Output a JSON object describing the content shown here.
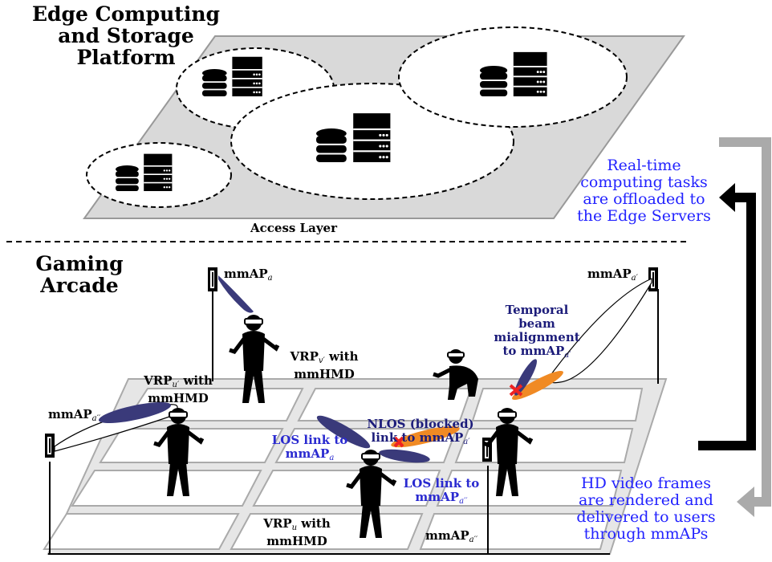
{
  "platform": {
    "title_lines": [
      "Edge Computing",
      "and Storage",
      "Platform"
    ],
    "access_layer": "Access Layer"
  },
  "arcade": {
    "title_lines": [
      "Gaming",
      "Arcade"
    ]
  },
  "side_notes": {
    "offload_lines": [
      "Real-time",
      "computing tasks",
      "are offloaded to",
      "the Edge Servers"
    ],
    "render_lines": [
      "HD video frames",
      "are rendered and",
      "delivered to users",
      "through mmAPs"
    ]
  },
  "labels": {
    "mmap_a": {
      "main": "mmAP",
      "sub": "a"
    },
    "mmap_a1": {
      "main": "mmAP",
      "sub": "a′"
    },
    "mmap_a2_left": {
      "main": "mmAP",
      "sub": "a′′"
    },
    "mmap_a2_floor": {
      "main": "mmAP",
      "sub": "a′′"
    },
    "vrp_v1": {
      "line1": "VRP",
      "sub": "v′",
      "line1_tail": " with",
      "line2": "mmHMD"
    },
    "vrp_u1": {
      "line1": "VRP",
      "sub": "u′",
      "line1_tail": " with",
      "line2": "mmHMD"
    },
    "vrp_u": {
      "line1": "VRP",
      "sub": "u",
      "line1_tail": " with",
      "line2": "mmHMD"
    },
    "temporal": {
      "line1": "Temporal",
      "line2": "beam",
      "line3": "mialignment",
      "line4": "to mmAP",
      "sub": "a′"
    },
    "nlos": {
      "line1": "NLOS (blocked)",
      "line2": "link to mmAP",
      "sub": "a′"
    },
    "los_a": {
      "line1": "LOS link to",
      "line2": "mmAP",
      "sub": "a"
    },
    "los_a2": {
      "line1": "LOS link to",
      "line2": "mmAP",
      "sub": "a′′"
    }
  },
  "colors": {
    "beam_blue": "#3a3a7a",
    "beam_orange": "#f08a24",
    "blocked_red": "#ee2222",
    "arrow_gray": "#aaaaaa",
    "arrow_black": "#000000",
    "platform_fill": "#d9d9d9",
    "floor_fill": "#e6e6e6",
    "text_blue": "#2222ff",
    "text_navy": "#1c1c7a"
  }
}
